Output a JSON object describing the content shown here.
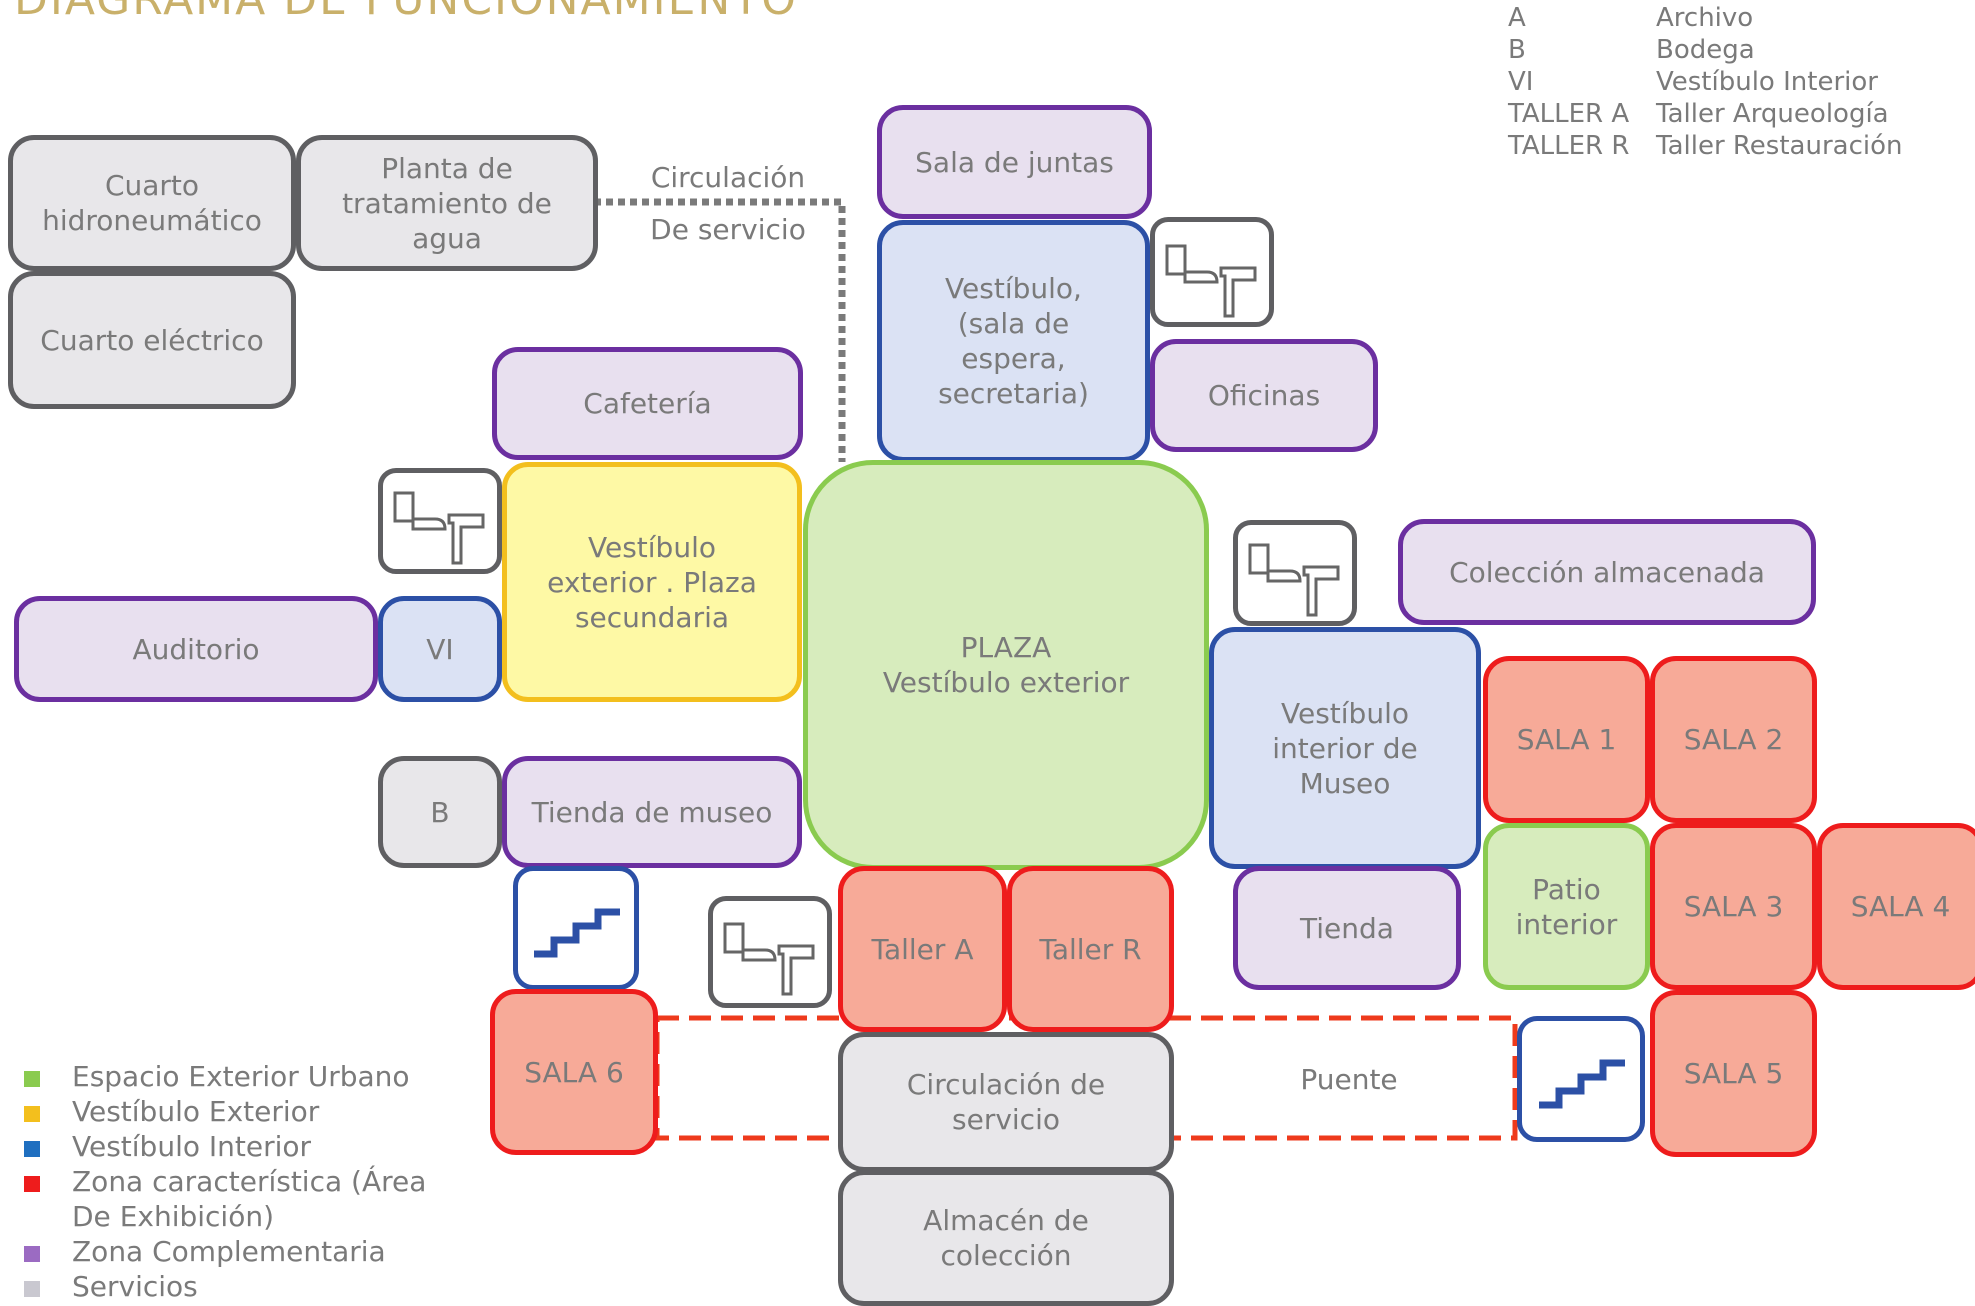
{
  "title": "DIAGRAMA DE FUNCIONAMIENTO",
  "abbreviations": [
    {
      "key": "A",
      "value": "Archivo"
    },
    {
      "key": "B",
      "value": "Bodega"
    },
    {
      "key": "VI",
      "value": "Vestíbulo Interior"
    },
    {
      "key": "TALLER A",
      "value": "Taller Arqueología"
    },
    {
      "key": "TALLER R",
      "value": "Taller Restauración"
    }
  ],
  "spaces": {
    "cuarto_hidroneumatico": "Cuarto\nhidroneumático",
    "planta_tratamiento": "Planta de\ntratamiento de\nagua",
    "circulacion_servicio_label": "Circulación\nDe servicio",
    "cuarto_electrico": "Cuarto eléctrico",
    "sala_juntas": "Sala de juntas",
    "vestibulo_espera": "Vestíbulo,\n(sala de\nespera,\nsecretaria)",
    "oficinas": "Oficinas",
    "cafeteria": "Cafetería",
    "vestibulo_exterior_plaza": "Vestíbulo\nexterior . Plaza\nsecundaria",
    "plaza": "PLAZA\nVestíbulo exterior",
    "coleccion_almacenada": "Colección almacenada",
    "auditorio": "Auditorio",
    "vi": "VI",
    "vestibulo_interior_museo": "Vestíbulo\ninterior de\nMuseo",
    "sala_1": "SALA 1",
    "sala_2": "SALA 2",
    "b": "B",
    "tienda_museo": "Tienda de museo",
    "patio_interior": "Patio\ninterior",
    "sala_3": "SALA 3",
    "sala_4": "SALA 4",
    "taller_a": "Taller  A",
    "taller_r": "Taller R",
    "tienda": "Tienda",
    "sala_6": "SALA  6",
    "circulacion_servicio": "Circulación de\nservicio",
    "puente": "Puente",
    "sala_5": "SALA 5",
    "almacen_coleccion": "Almacén de\ncolección"
  },
  "icons": {
    "restroom": "restroom-icon",
    "stairs": "stairs-icon"
  },
  "legend": [
    {
      "label": "Espacio Exterior Urbano",
      "color": "#8acb4f"
    },
    {
      "label": "Vestíbulo Exterior",
      "color": "#f3bf1d"
    },
    {
      "label": "Vestíbulo Interior",
      "color": "#1f6fc0"
    },
    {
      "label": "Zona característica (Área De Exhibición)",
      "color": "#ee1c1c"
    },
    {
      "label": "Zona Complementaria",
      "color": "#9b6bc2"
    },
    {
      "label": "Servicios",
      "color": "#c9c8d0"
    }
  ],
  "colors": {
    "title": "#c9b06a",
    "service_circulation_line": "#7a7a7a",
    "bridge_line": "#ee3a1c"
  }
}
